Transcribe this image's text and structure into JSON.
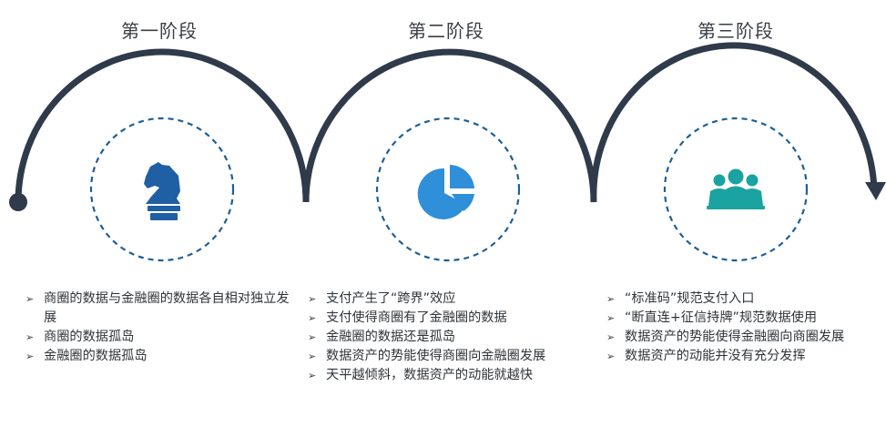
{
  "stages": [
    {
      "title": "第一阶段",
      "icon": "chess-knight-icon",
      "icon_color": "#1f5fa3",
      "bullets": [
        "商圈的数据与金融圈的数据各自相对独立发展",
        "商圈的数据孤岛",
        "金融圈的数据孤岛"
      ]
    },
    {
      "title": "第二阶段",
      "icon": "pie-chart-icon",
      "icon_color": "#2f8fd8",
      "bullets": [
        "支付产生了“跨界”效应",
        "支付使得商圈有了金融圈的数据",
        "金融圈的数据还是孤岛",
        "数据资产的势能使得商圈向金融圈发展",
        "天平越倾斜，数据资产的动能就越快"
      ]
    },
    {
      "title": "第三阶段",
      "icon": "user-group-icon",
      "icon_color": "#1aa3a0",
      "bullets": [
        "“标准码”规范支付入口",
        "“断直连+征信持牌”规范数据使用",
        "数据资产的势能使得金融圈向商圈发展",
        "数据资产的动能并没有充分发挥"
      ]
    }
  ],
  "colors": {
    "curve": "#2f3a4a",
    "dashed_circle": "#1e5f96",
    "text": "#2f3439"
  }
}
